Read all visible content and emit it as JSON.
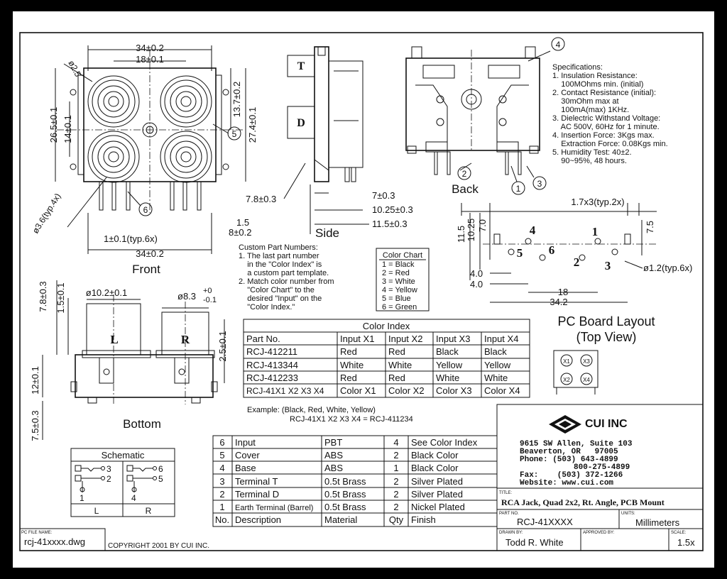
{
  "front": {
    "dims": [
      "34±0.2",
      "18±0.1",
      "ø2.5",
      "26.5±0.1",
      "14±0.1",
      "13.7±0.2",
      "27.4±0.1",
      "ø3.6(typ.4x)",
      "1±0.1(typ.6x)",
      "1.5",
      "8±0.2",
      "34±0.2"
    ],
    "callouts": [
      "5",
      "6"
    ],
    "caption": "Front"
  },
  "side": {
    "labels": [
      "T",
      "D"
    ],
    "dims": [
      "7.8±0.3",
      "7±0.3",
      "10.25±0.3",
      "11.5±0.3"
    ],
    "caption": "Side"
  },
  "back": {
    "callouts": [
      "4",
      "2",
      "1",
      "3"
    ],
    "caption": "Back"
  },
  "specs": {
    "title": "Specifications:",
    "lines": [
      "1. Insulation Resistance:",
      "    100MOhms min. (initial)",
      "2. Contact Resistance (initial):",
      "    30mOhm max at",
      "    100mA(max) 1KHz.",
      "3. Dielectric Withstand Voltage:",
      "    AC 500V, 60Hz for 1 minute.",
      "4. Insertion Force: 3Kgs max.",
      "    Extraction Force: 0.08Kgs min.",
      "5. Humidity Test: 40±2.",
      "    90~95%, 48 hours."
    ]
  },
  "pcb": {
    "dims_top": "1.7x3(typ.2x)",
    "dims_left": [
      "11.5",
      "10.25",
      "7.0"
    ],
    "dims_right": "7.5",
    "pin_labels": [
      "4",
      "5",
      "6",
      "1",
      "2",
      "3"
    ],
    "hole": "ø1.2(typ.6x)",
    "dims_bottom": [
      "4.0",
      "4.0",
      "18",
      "34.2"
    ],
    "title_line1": "PC Board Layout",
    "title_line2": "(Top View)",
    "icon_labels": [
      "X1",
      "X3",
      "X2",
      "X4"
    ]
  },
  "custom": {
    "title": "Custom Part Numbers:",
    "lines": [
      "1. The last part number",
      "    in the \"Color Index\" is",
      "    a custom part template.",
      "2. Match color number from",
      "    \"Color Chart\" to the",
      "    desired \"Input\" on the",
      "    \"Color Index.\""
    ]
  },
  "color_chart": {
    "title": "Color Chart",
    "items": [
      "1 = Black",
      "2 = Red",
      "3 = White",
      "4 = Yellow",
      "5 = Blue",
      "6 = Green"
    ]
  },
  "color_index": {
    "title": "Color Index",
    "headers": [
      "Part No.",
      "Input X1",
      "Input X2",
      "Input X3",
      "Input X4"
    ],
    "rows": [
      [
        "RCJ-412211",
        "Red",
        "Red",
        "Black",
        "Black"
      ],
      [
        "RCJ-413344",
        "White",
        "White",
        "Yellow",
        "Yellow"
      ],
      [
        "RCJ-412233",
        "Red",
        "Red",
        "White",
        "White"
      ],
      [
        "RCJ-41X1 X2 X3 X4",
        "Color X1",
        "Color X2",
        "Color X3",
        "Color X4"
      ]
    ]
  },
  "example": {
    "line1": "Example:  (Black, Red, White, Yellow)",
    "line2": "RCJ-41X1 X2 X3 X4 =  RCJ-411234"
  },
  "bottom_view": {
    "dims": [
      "7.8±0.3",
      "1.5±0.1",
      "ø10.2±0.1",
      "ø8.3",
      "+0",
      "-0.1",
      "2.5±0.1",
      "12±0.1",
      "7.5±0.3"
    ],
    "labels": [
      "L",
      "R"
    ],
    "caption": "Bottom"
  },
  "schematic": {
    "title": "Schematic",
    "left_pins": [
      "3",
      "2",
      "1"
    ],
    "right_pins": [
      "6",
      "5",
      "4"
    ],
    "channels": [
      "L",
      "R"
    ]
  },
  "bom": {
    "rows": [
      [
        "6",
        "Input",
        "PBT",
        "4",
        "See Color Index"
      ],
      [
        "5",
        "Cover",
        "ABS",
        "2",
        "Black Color"
      ],
      [
        "4",
        "Base",
        "ABS",
        "1",
        "Black Color"
      ],
      [
        "3",
        "Terminal T",
        "0.5t Brass",
        "2",
        "Silver Plated"
      ],
      [
        "2",
        "Terminal D",
        "0.5t Brass",
        "2",
        "Silver Plated"
      ],
      [
        "1",
        "Earth Terminal (Barrel)",
        "0.5t Brass",
        "2",
        "Nickel Plated"
      ]
    ],
    "headers": [
      "No.",
      "Description",
      "Material",
      "Qty",
      "Finish"
    ]
  },
  "title_block": {
    "company": "CUI INC",
    "address": [
      "9615 SW Allen, Suite 103",
      "Beaverton, OR   97005",
      "Phone: (503) 643-4899",
      "800-275-4899",
      "Fax:    (503) 372-1266",
      "Website: www.cui.com"
    ],
    "title_label": "TITLE:",
    "title": "RCA Jack, Quad 2x2, Rt. Angle, PCB Mount",
    "part_label": "PART NO.",
    "part": "RCJ-41XXXX",
    "units_label": "UNITS:",
    "units": "Millimeters",
    "drawn_label": "DRAWN BY:",
    "drawn": "Todd R. White",
    "approved_label": "APPROVED BY:",
    "approved": "",
    "scale_label": "SCALE:",
    "scale": "1.5x",
    "file_label": "PC FILE NAME:",
    "file": "rcj-41xxxx.dwg",
    "copyright": "COPYRIGHT 2001 BY CUI INC."
  }
}
